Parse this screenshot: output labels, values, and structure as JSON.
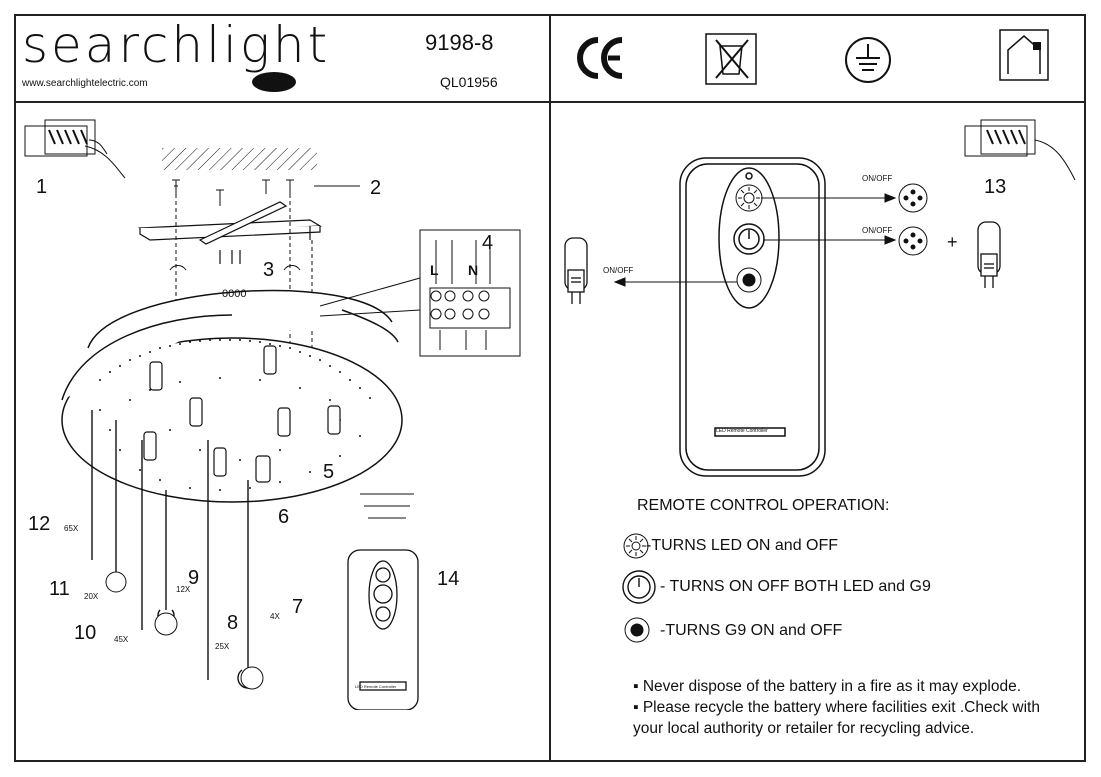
{
  "header": {
    "brand": "searchlight",
    "website": "www.searchlightelectric.com",
    "model_number": "9198-8",
    "reference_code": "QL01956"
  },
  "assembly": {
    "step_numbers": [
      "1",
      "2",
      "3",
      "4",
      "5",
      "6",
      "7",
      "8",
      "9",
      "10",
      "11",
      "12",
      "13",
      "14"
    ],
    "terminal_labels": [
      "L",
      "N"
    ],
    "quantities": {
      "q12": "65X",
      "q11": "20X",
      "q10": "45X",
      "q9": "12X",
      "q8": "25X",
      "q7": "4X"
    },
    "remote_label": "LED Remote Controller",
    "fixture_code": "0000"
  },
  "remote_diagram": {
    "on_off_label": "ON/OFF",
    "plus": "+"
  },
  "remote_operation": {
    "heading": "REMOTE CONTROL OPERATION:",
    "items": [
      {
        "icon": "led-star-icon",
        "text": "-TURNS  LED ON and OFF"
      },
      {
        "icon": "power-icon",
        "text": "- TURNS ON OFF BOTH LED and G9"
      },
      {
        "icon": "bulb-icon",
        "text": "-TURNS G9 ON and OFF"
      }
    ]
  },
  "notes": [
    "Never dispose of the battery in a fire as it may explode.",
    "Please recycle the battery where facilities exit .Check with"
  ],
  "notes_continued": "your local authority or retailer for recycling advice."
}
